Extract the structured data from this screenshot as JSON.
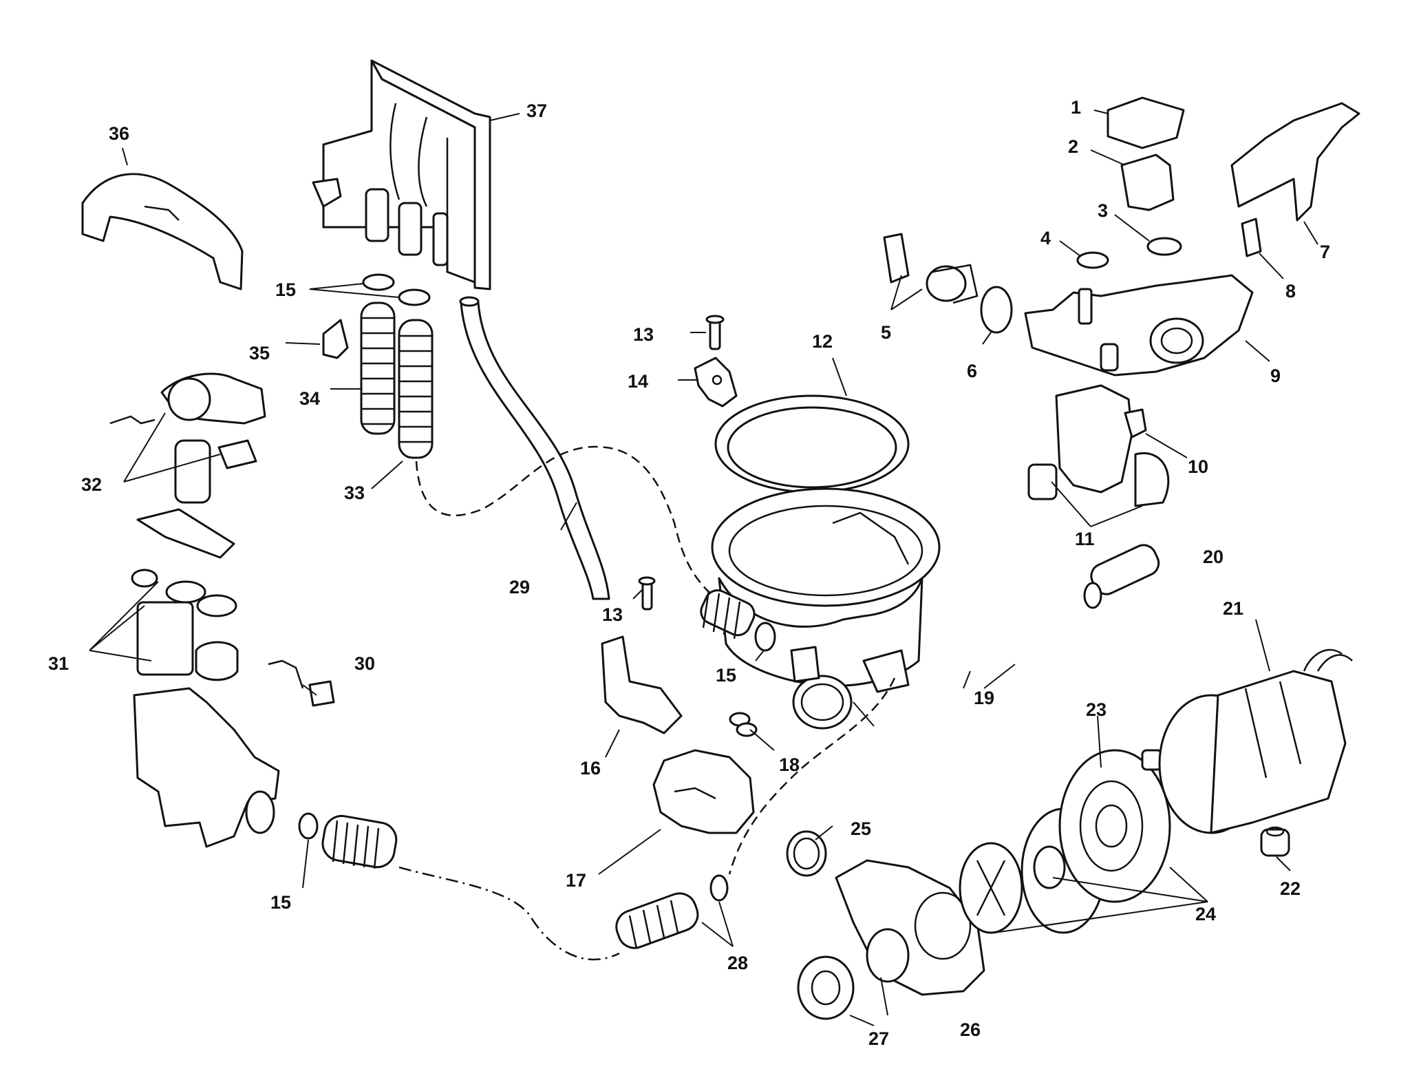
{
  "colors": {
    "line": "#111111",
    "background": "#ffffff"
  },
  "labels": [
    {
      "id": "1",
      "text": "1"
    },
    {
      "id": "2",
      "text": "2"
    },
    {
      "id": "3",
      "text": "3"
    },
    {
      "id": "4",
      "text": "4"
    },
    {
      "id": "5",
      "text": "5"
    },
    {
      "id": "6",
      "text": "6"
    },
    {
      "id": "7",
      "text": "7"
    },
    {
      "id": "8",
      "text": "8"
    },
    {
      "id": "9",
      "text": "9"
    },
    {
      "id": "10",
      "text": "10"
    },
    {
      "id": "11",
      "text": "11"
    },
    {
      "id": "12",
      "text": "12"
    },
    {
      "id": "13a",
      "text": "13"
    },
    {
      "id": "13b",
      "text": "13"
    },
    {
      "id": "14",
      "text": "14"
    },
    {
      "id": "15a",
      "text": "15"
    },
    {
      "id": "15b",
      "text": "15"
    },
    {
      "id": "15c",
      "text": "15"
    },
    {
      "id": "16",
      "text": "16"
    },
    {
      "id": "17",
      "text": "17"
    },
    {
      "id": "18",
      "text": "18"
    },
    {
      "id": "19",
      "text": "19"
    },
    {
      "id": "20",
      "text": "20"
    },
    {
      "id": "21",
      "text": "21"
    },
    {
      "id": "22",
      "text": "22"
    },
    {
      "id": "23",
      "text": "23"
    },
    {
      "id": "24",
      "text": "24"
    },
    {
      "id": "25",
      "text": "25"
    },
    {
      "id": "26",
      "text": "26"
    },
    {
      "id": "27",
      "text": "27"
    },
    {
      "id": "28",
      "text": "28"
    },
    {
      "id": "29",
      "text": "29"
    },
    {
      "id": "30",
      "text": "30"
    },
    {
      "id": "31",
      "text": "31"
    },
    {
      "id": "32",
      "text": "32"
    },
    {
      "id": "33",
      "text": "33"
    },
    {
      "id": "34",
      "text": "34"
    },
    {
      "id": "35",
      "text": "35"
    },
    {
      "id": "36",
      "text": "36"
    },
    {
      "id": "37",
      "text": "37"
    }
  ]
}
